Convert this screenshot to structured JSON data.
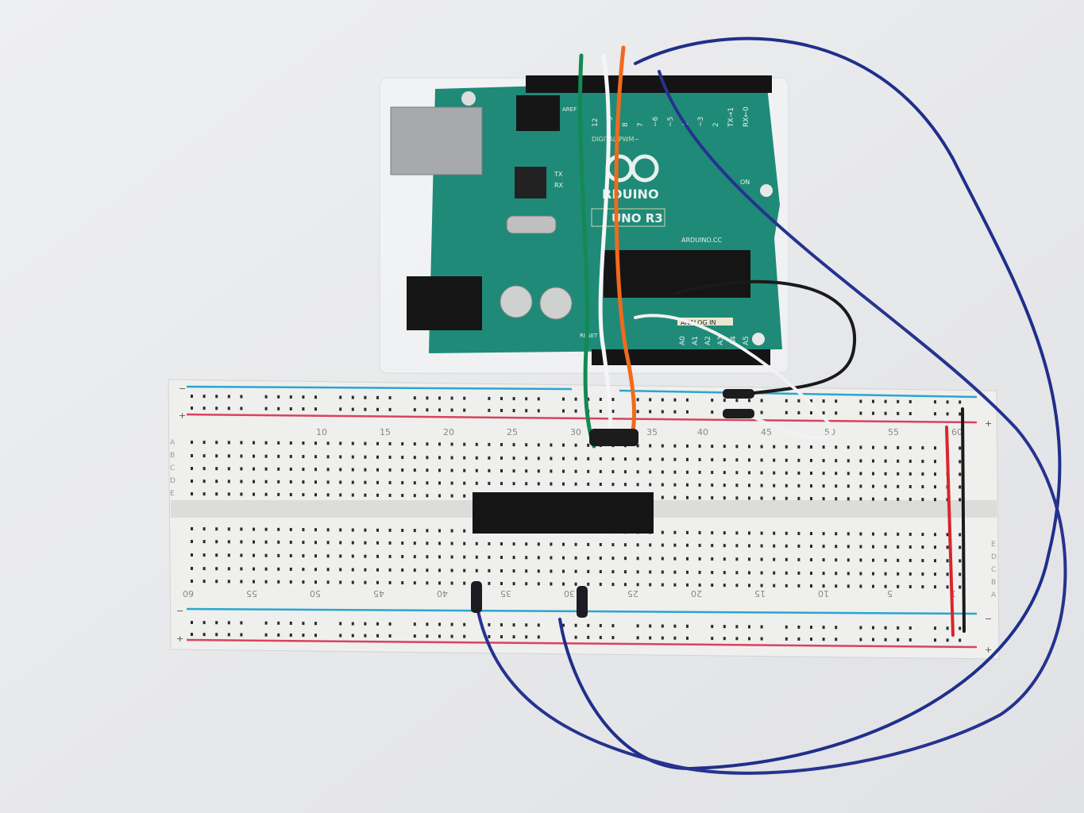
{
  "board": {
    "logo_text": "RDUINO",
    "model_text": "UNO R3",
    "url_text": "ARDUINO.CC",
    "analog_label": "ANALOG IN",
    "digital_label": "DIGITAL PWM~",
    "on_label": "ON",
    "tx_label": "TX",
    "rx_label": "RX",
    "aref_label": "AREF",
    "reset_label": "RESET",
    "digital_pins": [
      "12",
      "~9",
      "8",
      "7",
      "~6",
      "~5",
      "4",
      "~3",
      "2",
      "TX→1",
      "RX←0"
    ],
    "analog_pins": [
      "A0",
      "A1",
      "A2",
      "A3",
      "A4",
      "A5"
    ]
  },
  "breadboard": {
    "top_numbers": [
      "10",
      "15",
      "20",
      "25",
      "30",
      "35",
      "40",
      "45",
      "50",
      "55",
      "60"
    ],
    "bottom_numbers": [
      "60",
      "55",
      "50",
      "45",
      "40",
      "35",
      "30",
      "25",
      "20",
      "15",
      "10",
      "5",
      "1"
    ],
    "row_letters_left_top": [
      "A",
      "B",
      "C",
      "D",
      "E"
    ],
    "row_letters_right_bottom": [
      "E",
      "D",
      "C",
      "B",
      "A"
    ],
    "rail_plus": "+",
    "rail_minus": "−"
  },
  "colors": {
    "background": "#e9eaec",
    "pcb": "#1f8a78",
    "breadboard": "#efefee",
    "rail_blue": "#2aa6cf",
    "rail_red": "#d9435c",
    "wire_blue": "#1f2f8a",
    "wire_green": "#138a54",
    "wire_orange": "#f06a1e",
    "wire_white": "#f5f5f5",
    "wire_black": "#1a1a1a",
    "wire_red": "#d8262a"
  }
}
